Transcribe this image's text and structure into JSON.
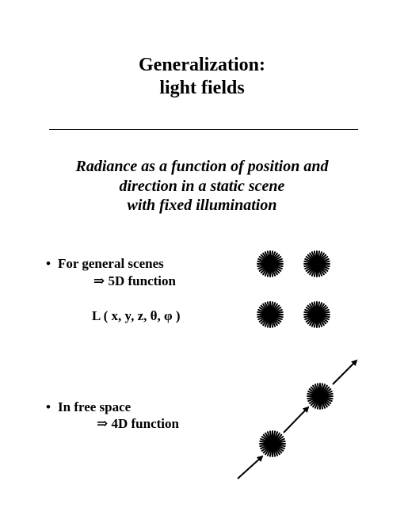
{
  "slide": {
    "title_line1": "Generalization:",
    "title_line2": "light fields",
    "subtitle_line1": "Radiance as a function of position and",
    "subtitle_line2": "direction in a static scene",
    "subtitle_line3": "with fixed illumination"
  },
  "bullets": [
    {
      "bullet": "•",
      "text": "For general scenes",
      "implies": "⇒  5D function",
      "formula": "L ( x, y, z, θ, φ )"
    },
    {
      "bullet": "•",
      "text": "In free space",
      "implies": "⇒  4D function"
    }
  ],
  "colors": {
    "ink": "#000000",
    "background": "#ffffff"
  },
  "icons": [
    "starburst-icon",
    "arrow-icon"
  ]
}
